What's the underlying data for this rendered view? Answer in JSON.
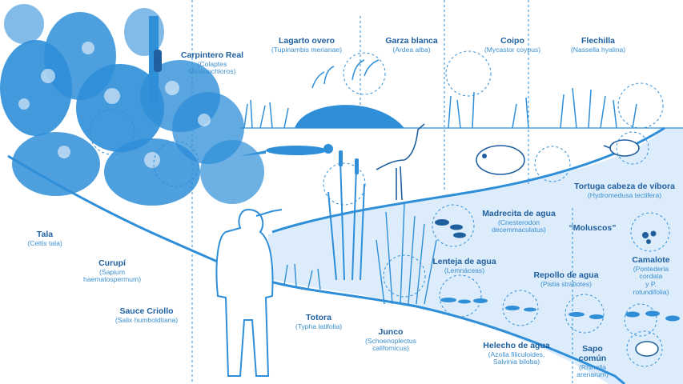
{
  "colors": {
    "primary": "#2e8ed8",
    "dark_text": "#1f5f9e",
    "light_text": "#3a8fd0",
    "water_fill": "#dcecfa"
  },
  "labels": {
    "carpintero": {
      "name": "Carpintero Real",
      "sci": "(Colaptes\nMelanochloros)"
    },
    "lagarto": {
      "name": "Lagarto overo",
      "sci": "(Tupinambis merianae)"
    },
    "garza": {
      "name": "Garza blanca",
      "sci": "(Ardea alba)"
    },
    "coipo": {
      "name": "Coipo",
      "sci": "(Mycastor coypus)"
    },
    "flechilla": {
      "name": "Flechilla",
      "sci": "(Nassella hyalina)"
    },
    "tala": {
      "name": "Tala",
      "sci": "(Celtis tala)"
    },
    "curupi": {
      "name": "Curupí",
      "sci": "(Sapium\nhaematospermum)"
    },
    "sauce": {
      "name": "Sauce Criollo",
      "sci": "(Salix humboldtiana)"
    },
    "totora": {
      "name": "Totora",
      "sci": "(Typha latifolia)"
    },
    "junco": {
      "name": "Junco",
      "sci": "(Schoenoplectus\ncalifornicus)"
    },
    "tortuga": {
      "name": "Tortuga cabeza de víbora",
      "sci": "(Hydromedusa tectifera)"
    },
    "madrecita": {
      "name": "Madrecita de agua",
      "sci": "(Cnesterodon\ndecemmaculatus)"
    },
    "moluscos": {
      "name": "“Moluscos”",
      "sci": ""
    },
    "lenteja": {
      "name": "Lenteja de agua",
      "sci": "(Lemnáceas)"
    },
    "repollo": {
      "name": "Repollo de agua",
      "sci": "(Pistia stratiotes)"
    },
    "camalote": {
      "name": "Camalote",
      "sci": "(Pontederia cordata\ny P. rotundifolia)"
    },
    "helecho": {
      "name": "Helecho de agua",
      "sci": "(Azolla filiculoides,\nSalvinia biloba)"
    },
    "sapo": {
      "name": "Sapo\ncomún",
      "sci": "(Rhinella\narenarum)"
    }
  }
}
